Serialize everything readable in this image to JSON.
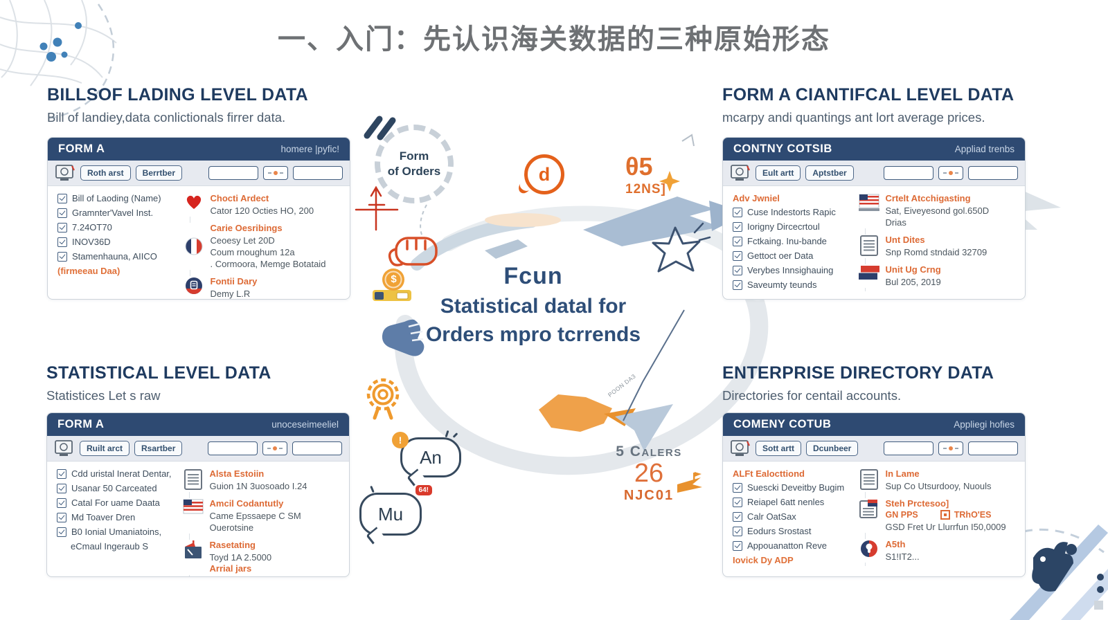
{
  "page": {
    "title": "一、入门：先认识海关数据的三种原始形态"
  },
  "colors": {
    "accent_orange": "#dd6a35",
    "header_navy": "#2e4a72",
    "title_navy": "#1e3a5f",
    "headline_navy": "#2e4e78"
  },
  "center": {
    "circle_line1": "Form",
    "circle_line2": "of Orders",
    "headline_line1": "Fcun",
    "headline_line2": "Statistical datal for",
    "headline_line3": "Orders mpro tcrrends",
    "metric_top_value": "θ5",
    "metric_top_sub": "12NS]",
    "metric_right_label": "5 Calers",
    "metric_right_value": "26",
    "metric_right_sub": "NJC01",
    "bubble_an": "An",
    "bubble_an_badge": "!",
    "bubble_mu": "Mu",
    "bubble_mu_badge": "64!",
    "search_letter": "d",
    "coin_symbol": "$",
    "plane_tag": "POON DA3"
  },
  "panels": {
    "tl": {
      "title": "BILLSOF LADING LEVEL DATA",
      "subtitle": "Bill of landiey,data conlictionals firrer data.",
      "form_title": "FORM A",
      "form_right": "homere |pyfic!",
      "btn1": "Roth arst",
      "btn2": "Berrtber",
      "checklist": [
        "Bill of Laoding (Name)",
        "Gramnter'Vavel Inst.",
        "7.24OT70",
        "INOV36D",
        "Stamenhauna, AIICO"
      ],
      "note": "(firmeeau Daa)",
      "groups": [
        {
          "label": "Chocti Ardect",
          "lines": [
            "Cator 120 Octies HO, 200"
          ]
        },
        {
          "label": "Carie Oesribings",
          "lines": [
            "Ceoesy Let 20D",
            "Coum rnoughum 12a",
            ". Cormoora, Memge Botataid"
          ]
        },
        {
          "label": "Fontii Dary",
          "lines": [
            "Demy L.R"
          ]
        }
      ]
    },
    "tr": {
      "title": "FORM A CIANTIFCAL LEVEL DATA",
      "subtitle": "mcarpy andi quantings ant lort average prices.",
      "form_title": "CONTNY COTSIB",
      "form_right": "Appliad trenbs",
      "btn1": "Eult artt",
      "btn2": "Aptstber",
      "list_heading": "Adv Jwniel",
      "checklist": [
        "Cuse Indestorts Rapic",
        "Iorigny Dircecrtoul",
        "Fctkaing. Inu-bande",
        "Gettoct oer Data",
        "Verybes Innsighauing",
        "Saveumty teunds"
      ],
      "groups": [
        {
          "label": "Crtelt Atcchigasting",
          "lines": [
            "Sat, Eiveyesond gol.650D",
            "Drias"
          ]
        },
        {
          "label": "Unt Dites",
          "lines": [
            "Snp Romd stndaid 32709"
          ]
        },
        {
          "label": "Unit Ug Crng",
          "lines": [
            "Bul 205, 2019"
          ]
        }
      ]
    },
    "bl": {
      "title": "STATISTICAL LEVEL DATA",
      "subtitle": "Statistices Let s raw",
      "form_title": "FORM A",
      "form_right": "unoceseimeeliel",
      "btn1": "Ruilt arct",
      "btn2": "Rsartber",
      "checklist": [
        "Cdd uristal Inerat Dentar,",
        "Usanar 50 Carceated",
        "Catal For uame Daata",
        "Md Toaver Dren",
        "B0 Ionial Umaniatoins,"
      ],
      "checklist_cont": "eCmaul Ingeraub S",
      "groups": [
        {
          "label": "Alsta Estoiin",
          "lines": [
            "Guion 1N 3uosoado I.24"
          ]
        },
        {
          "label": "Amcil Codantutly",
          "lines": [
            "Came Epssaepe C SM",
            "Ouerotsine"
          ]
        },
        {
          "label": "Rasetating",
          "lines": [
            "Toyd 1A 2.5000"
          ],
          "extra": "Arrial jars"
        }
      ]
    },
    "br": {
      "title": "ENTERPRISE DIRECTORY DATA",
      "subtitle": "Directories for centail accounts.",
      "form_title": "COMENY COTUB",
      "form_right": "Appliegi hofies",
      "btn1": "Sott artt",
      "btn2": "Dcunbeer",
      "list_heading": "ALFt Ealocttiond",
      "checklist": [
        "Suescki Deveitby Bugim",
        "Reiapel 6att nenles",
        "Calr OatSax",
        "Eodurs Srostast",
        "Appouanatton Reve"
      ],
      "note": "Iovick Dy ADP",
      "groups": [
        {
          "label": "In Lame",
          "lines": [
            "Sup Co Utsurdooy, Nuouls"
          ]
        },
        {
          "label": "Steh Prctesoo]",
          "sub1": "GN PPS",
          "sub2": "TRhO'ES",
          "lines": [
            "GSD Fret Ur Llurrfun I50,0009"
          ]
        },
        {
          "label": "A5th",
          "lines": [
            "S1!IT2..."
          ]
        }
      ]
    }
  }
}
